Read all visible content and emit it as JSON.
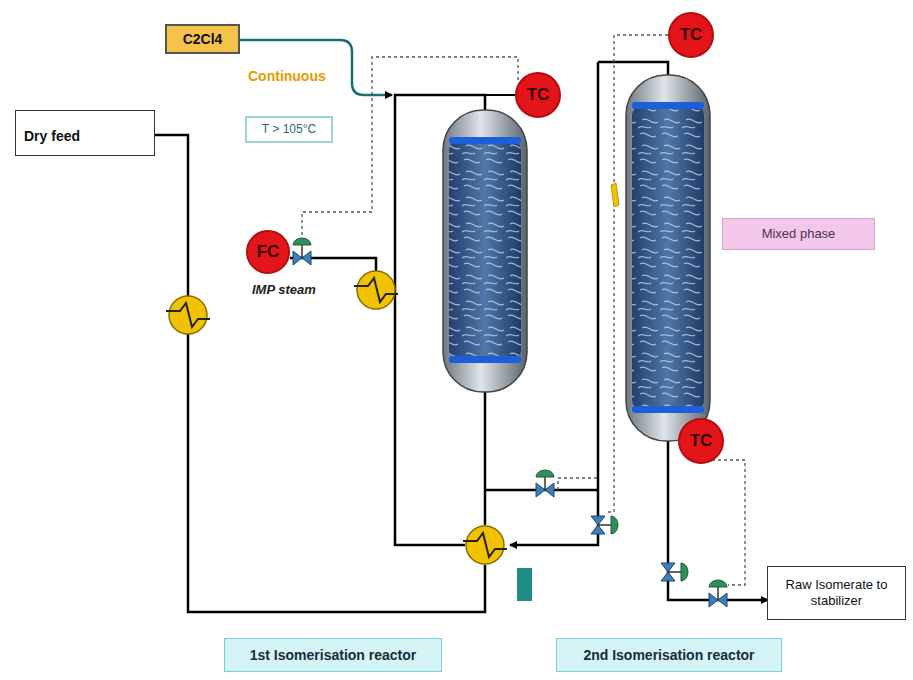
{
  "diagram": {
    "nodes": [
      {
        "text": [
          "C2Cl4"
        ]
      },
      {
        "text": [
          "TC"
        ]
      },
      {
        "text": [
          "TC"
        ]
      },
      {
        "text": [
          "Dry feed"
        ]
      },
      {
        "text": [
          "T > 105°C"
        ]
      },
      {
        "text": [
          "Mixed phase"
        ]
      },
      {
        "text": [
          "FC"
        ]
      },
      {
        "text": [
          "TC"
        ]
      },
      {
        "text": [
          "Raw Isomerate to stabilizer"
        ]
      },
      {
        "text": [
          "1st Isomerisation reactor"
        ]
      },
      {
        "text": [
          "2nd Isomerisation reactor"
        ]
      }
    ],
    "labels": [
      "Continuous",
      "IMP steam"
    ]
  }
}
